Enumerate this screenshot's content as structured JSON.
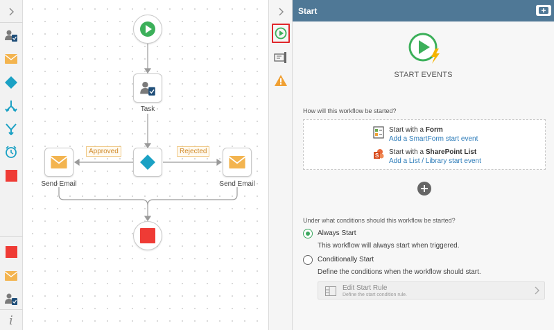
{
  "toolbox": {
    "expand_icon": "chevron-right-icon",
    "items": [
      "task-icon",
      "email-icon",
      "decision-icon",
      "split-icon",
      "merge-icon",
      "timer-icon",
      "end-icon"
    ],
    "recent_items": [
      "end-icon",
      "email-icon",
      "task-icon"
    ],
    "info_icon": "info-icon"
  },
  "canvas": {
    "nodes": {
      "start": "Start",
      "task_label": "Task",
      "send_email_left": "Send Email",
      "send_email_right": "Send Email",
      "end": "End"
    },
    "outcomes": {
      "approved": "Approved",
      "rejected": "Rejected"
    }
  },
  "strip": {
    "buttons": [
      "start-events-icon",
      "form-properties-icon",
      "warning-icon"
    ],
    "collapse_icon": "chevron-right-icon"
  },
  "panel": {
    "title": "Start",
    "header_button_icon": "add-icon",
    "start_events_title": "START EVENTS",
    "how_question": "How will this workflow be started?",
    "form_option": {
      "prefix": "Start with a ",
      "bold": "Form",
      "link": "Add a SmartForm start event"
    },
    "sharepoint_option": {
      "prefix": "Start with a ",
      "bold": "SharePoint List",
      "link": "Add a List / Library start event"
    },
    "conditions_question": "Under what conditions should this workflow be started?",
    "always_start": {
      "label": "Always Start",
      "description": "This workflow will always start when triggered.",
      "checked": true
    },
    "conditionally_start": {
      "label": "Conditionally Start",
      "description": "Define the conditions when the workflow should start.",
      "checked": false
    },
    "edit_rule": {
      "title": "Edit Start Rule",
      "subtitle": "Define the start condition rule."
    }
  },
  "colors": {
    "header": "#4f7896",
    "accent_green": "#3da860",
    "highlight_red": "#e0262a",
    "link_blue": "#2a7ab8",
    "outcome_orange": "#d08a2a"
  }
}
